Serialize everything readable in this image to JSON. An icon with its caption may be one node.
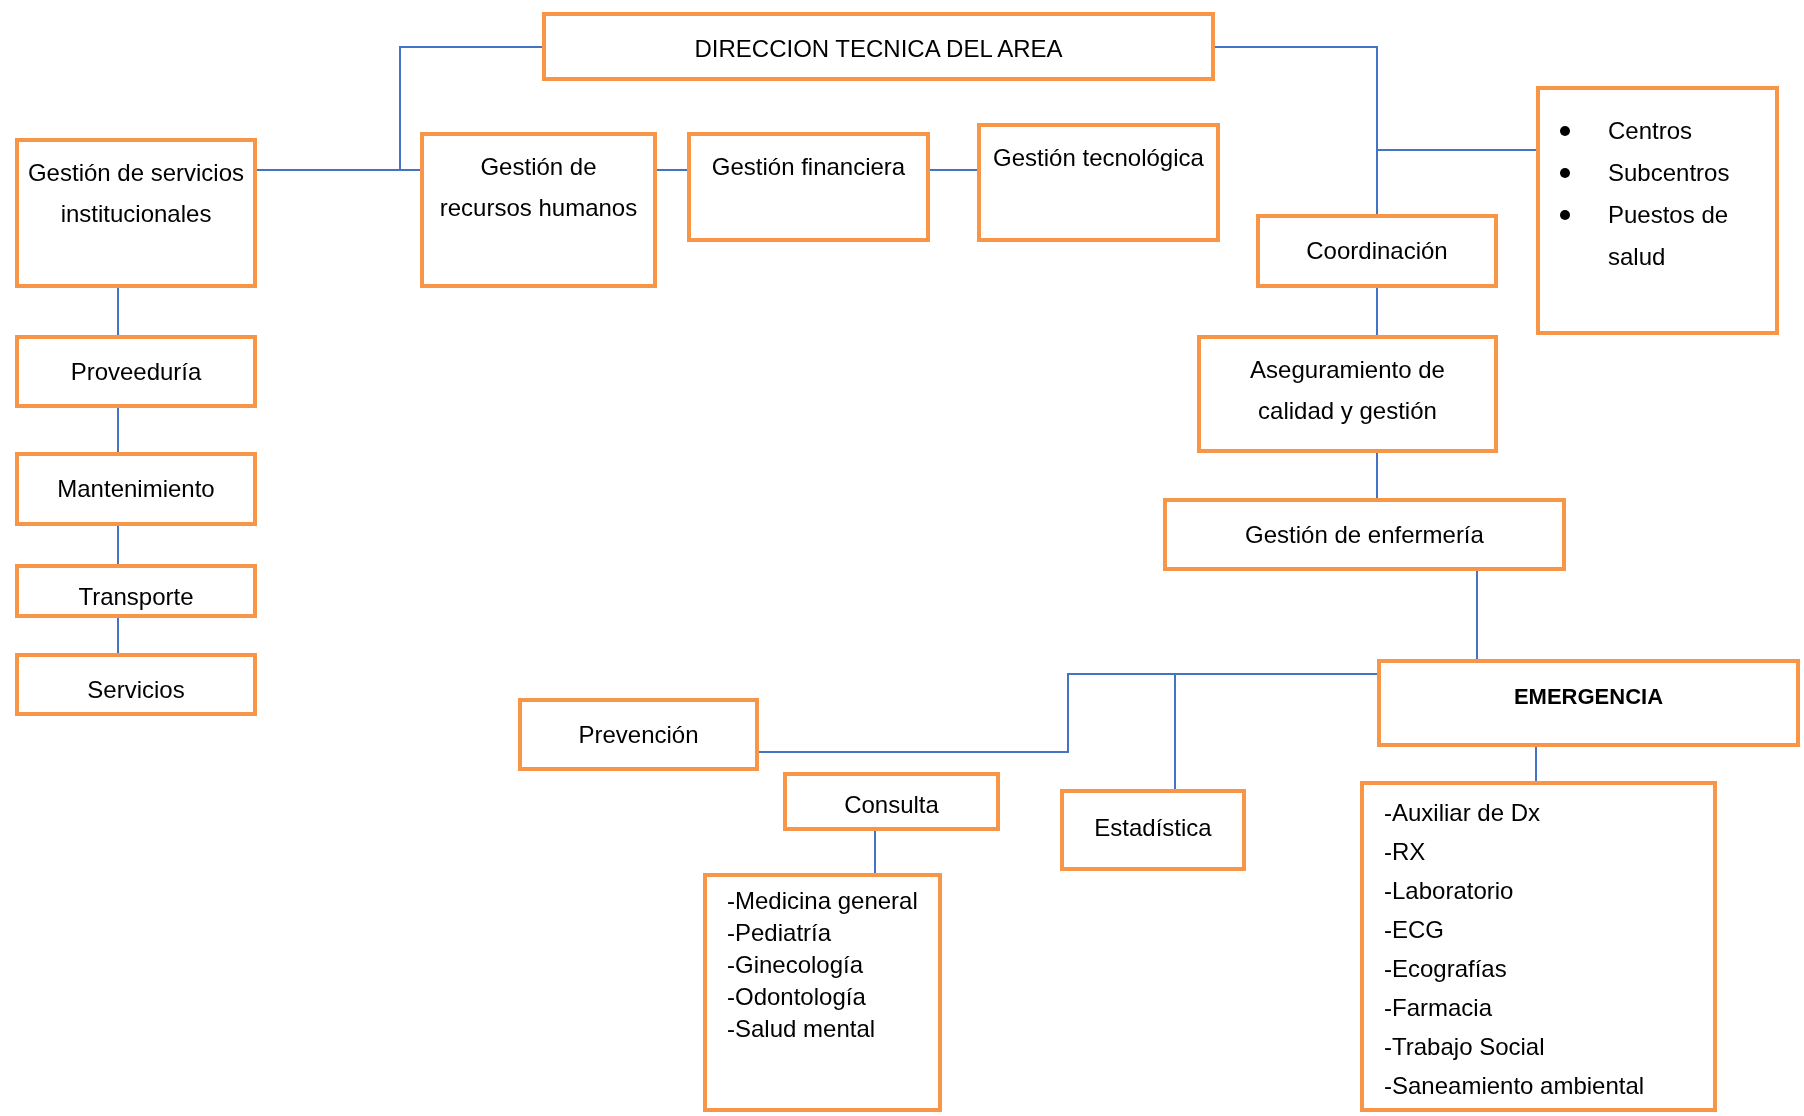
{
  "diagram": {
    "nodes": [
      {
        "text": [
          "DIRECCION TECNICA DEL AREA"
        ]
      },
      {
        "text": [
          "Gestión de servicios institucionales"
        ]
      },
      {
        "text": [
          "Gestión de recursos humanos"
        ]
      },
      {
        "text": [
          "Gestión financiera"
        ]
      },
      {
        "text": [
          "Gestión tecnológica"
        ]
      },
      {
        "text": [
          "Centros",
          "Subcentros",
          "Puestos de salud"
        ]
      },
      {
        "text": [
          "Coordinación"
        ]
      },
      {
        "text": [
          "Proveeduría"
        ]
      },
      {
        "text": [
          "Aseguramiento de calidad y gestión"
        ]
      },
      {
        "text": [
          "Mantenimiento"
        ]
      },
      {
        "text": [
          "Gestión de enfermería"
        ]
      },
      {
        "text": [
          "Transporte"
        ]
      },
      {
        "text": [
          "Servicios"
        ]
      },
      {
        "text": [
          "EMERGENCIA"
        ]
      },
      {
        "text": [
          "Prevención"
        ]
      },
      {
        "text": [
          "Consulta"
        ]
      },
      {
        "text": [
          "Estadística"
        ]
      },
      {
        "text": [
          "-Medicina general",
          "-Pediatría",
          "-Ginecología",
          "-Odontología",
          "-Salud mental"
        ]
      },
      {
        "text": [
          "-Auxiliar de Dx",
          "-RX",
          "-Laboratorio",
          "-ECG",
          "-Ecografías",
          "-Farmacia",
          "-Trabajo Social",
          "-Saneamiento ambiental"
        ]
      }
    ],
    "edges": [
      {
        "from": 0,
        "to": 1,
        "arrow": "none"
      },
      {
        "from": 0,
        "to": 2,
        "arrow": "none"
      },
      {
        "from": 2,
        "to": 3,
        "arrow": "none"
      },
      {
        "from": 3,
        "to": 4,
        "arrow": "none"
      },
      {
        "from": 0,
        "to": 6,
        "arrow": "none"
      },
      {
        "from": 0,
        "to": 5,
        "arrow": "none"
      },
      {
        "from": 1,
        "to": 7,
        "arrow": "none"
      },
      {
        "from": 7,
        "to": 9,
        "arrow": "none"
      },
      {
        "from": 9,
        "to": 11,
        "arrow": "none"
      },
      {
        "from": 11,
        "to": 12,
        "arrow": "none"
      },
      {
        "from": 6,
        "to": 8,
        "arrow": "none"
      },
      {
        "from": 8,
        "to": 10,
        "arrow": "none"
      },
      {
        "from": 10,
        "to": 13,
        "arrow": "none"
      },
      {
        "from": 13,
        "to": 14,
        "arrow": "none"
      },
      {
        "from": 13,
        "to": 16,
        "arrow": "none"
      },
      {
        "from": 13,
        "to": 18,
        "arrow": "none"
      },
      {
        "from": 15,
        "to": 17,
        "arrow": "none"
      }
    ]
  }
}
